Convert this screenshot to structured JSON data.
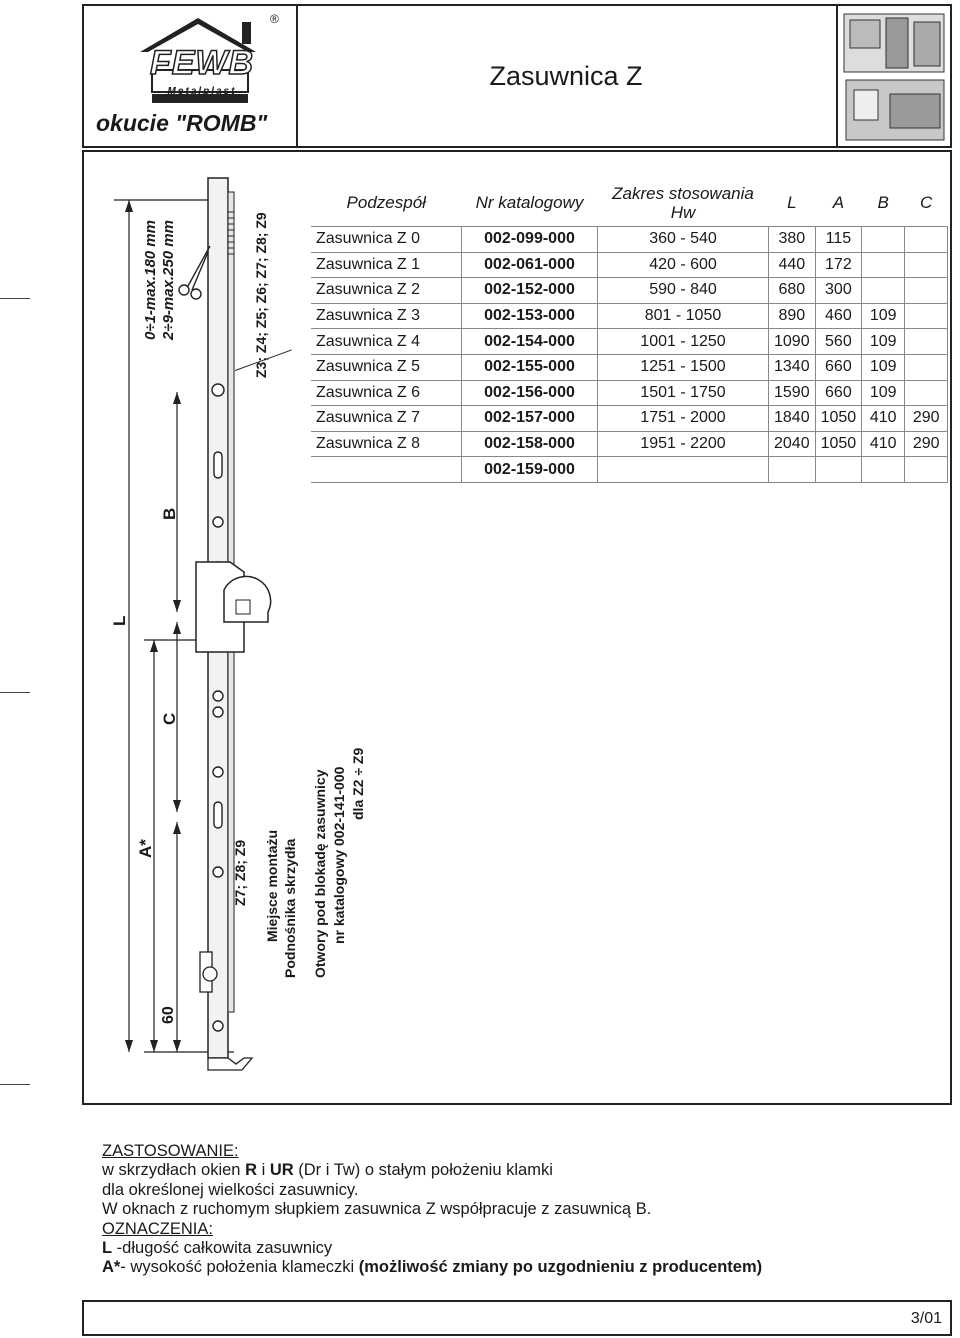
{
  "header": {
    "brand_logo_text": "FEWB",
    "brand_sub": "Metalplast",
    "registered": "®",
    "brand_line": "okucie \"ROMB\"",
    "title": "Zasuwnica Z"
  },
  "drawing": {
    "range_label_1": "0÷1-max.180 mm",
    "range_label_2": "2÷9-max.250 mm",
    "cut_label": "Z3; Z4; Z5; Z6; Z7; Z8; Z9",
    "dim_L": "L",
    "dim_B": "B",
    "dim_C": "C",
    "dim_A": "A*",
    "dim_60": "60",
    "label_z7": "Z7; Z8; Z9",
    "label_montaz_1": "Miejsce montażu",
    "label_montaz_2": "Podnośnika skrzydła",
    "label_otwory_1": "Otwory pod blokadę zasuwnicy",
    "label_otwory_2": "nr katalogowy 002-141-000",
    "label_otwory_3": "dla Z2 ÷ Z9"
  },
  "table": {
    "headers": {
      "pod": "Podzespół",
      "nr": "Nr katalogowy",
      "hw": "Zakres stosowania Hw",
      "l": "L",
      "a": "A",
      "b": "B",
      "c": "C"
    },
    "rows": [
      {
        "pod": "Zasuwnica Z 0",
        "nr": "002-099-000",
        "hw": "360 -  540",
        "l": "380",
        "a": "115",
        "b": "",
        "c": ""
      },
      {
        "pod": "Zasuwnica Z 1",
        "nr": "002-061-000",
        "hw": "420 -  600",
        "l": "440",
        "a": "172",
        "b": "",
        "c": ""
      },
      {
        "pod": "Zasuwnica Z 2",
        "nr": "002-152-000",
        "hw": "590 -  840",
        "l": "680",
        "a": "300",
        "b": "",
        "c": ""
      },
      {
        "pod": "Zasuwnica Z 3",
        "nr": "002-153-000",
        "hw": "801 - 1050",
        "l": "890",
        "a": "460",
        "b": "109",
        "c": ""
      },
      {
        "pod": "Zasuwnica Z 4",
        "nr": "002-154-000",
        "hw": "1001 - 1250",
        "l": "1090",
        "a": "560",
        "b": "109",
        "c": ""
      },
      {
        "pod": "Zasuwnica Z 5",
        "nr": "002-155-000",
        "hw": "1251 - 1500",
        "l": "1340",
        "a": "660",
        "b": "109",
        "c": ""
      },
      {
        "pod": "Zasuwnica Z 6",
        "nr": "002-156-000",
        "hw": "1501 - 1750",
        "l": "1590",
        "a": "660",
        "b": "109",
        "c": ""
      },
      {
        "pod": "Zasuwnica Z 7",
        "nr": "002-157-000",
        "hw": "1751 - 2000",
        "l": "1840",
        "a": "1050",
        "b": "410",
        "c": "290"
      },
      {
        "pod": "Zasuwnica Z 8",
        "nr": "002-158-000",
        "hw": "1951 - 2200",
        "l": "2040",
        "a": "1050",
        "b": "410",
        "c": "290"
      },
      {
        "pod": "",
        "nr": "002-159-000",
        "hw": "",
        "l": "",
        "a": "",
        "b": "",
        "c": ""
      }
    ]
  },
  "notes": {
    "zastosowanie_heading": "ZASTOSOWANIE:",
    "line1_a": "w skrzydłach okien ",
    "line1_r": "R",
    "line1_b": " i ",
    "line1_ur": "UR",
    "line1_c": " (Dr i Tw) o stałym położeniu klamki",
    "line2": "dla określonej wielkości zasuwnicy.",
    "line3": "W oknach z ruchomym słupkiem zasuwnica Z współpracuje z zasuwnicą B.",
    "oznaczenia_heading": "OZNACZENIA:",
    "l_key": "L",
    "l_desc": " -długość całkowita zasuwnicy",
    "a_key": "A*",
    "a_desc": "- wysokość położenia klameczki ",
    "a_note": "(możliwość zmiany po uzgodnieniu z producentem)"
  },
  "footer": {
    "page": "3/01"
  }
}
